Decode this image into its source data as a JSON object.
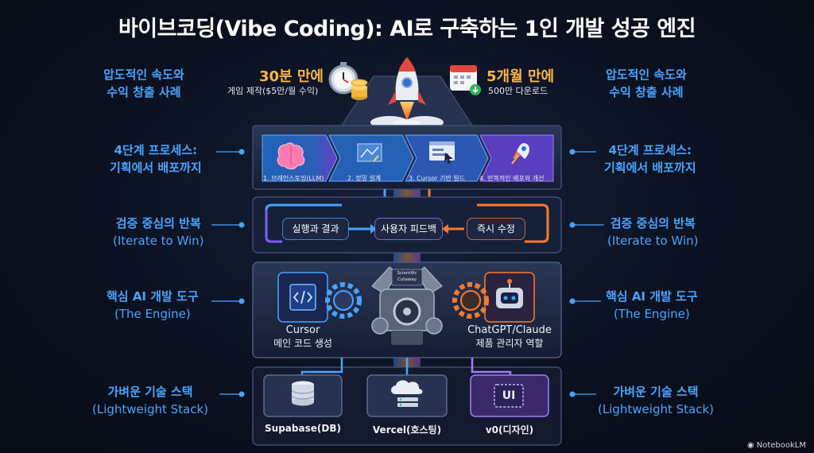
{
  "title": "바이브코딩(Vibe Coding): AI로 구축하는 1인 개발 성공 엔진",
  "sections": {
    "top": {
      "line1": "압도적인 속도와",
      "line2": "수익 창출 사례"
    },
    "process": {
      "line1": "4단계 프로세스:",
      "line2": "기획에서 배포까지"
    },
    "iterate": {
      "line1": "검증 중심의 반복",
      "line2": "(Iterate to Win)"
    },
    "engine": {
      "line1": "핵심 AI 개발 도구",
      "line2": "(The Engine)"
    },
    "stack": {
      "line1": "가벼운 기술 스택",
      "line2": "(Lightweight Stack)"
    }
  },
  "stats": {
    "left": {
      "big": "30분 만에",
      "small": "게임 제작($5만/월 수익)"
    },
    "right": {
      "big": "5개월 만에",
      "small": "500만 다운로드"
    }
  },
  "steps": [
    {
      "label": "1. 브레인스토밍(LLM)"
    },
    {
      "label": "2. 정밀 설계"
    },
    {
      "label": "3. Cursor 기반 빌드"
    },
    {
      "label": "4. 반복적인 배포와 개선"
    }
  ],
  "loop": {
    "run": "실행과 결과",
    "feedback": "사용자 피드백",
    "fix": "즉시 수정"
  },
  "engine": {
    "sign_line1": "Scientific",
    "sign_line2": "Cutaway",
    "cursor": {
      "name": "Cursor",
      "role": "메인 코드 생성"
    },
    "chat": {
      "name": "ChatGPT/Claude",
      "role": "제품 관리자 역할"
    }
  },
  "stack": [
    {
      "label": "Supabase(DB)"
    },
    {
      "label": "Vercel(호스팅)"
    },
    {
      "label": "v0(디자인)"
    }
  ],
  "ui_badge": "UI",
  "watermark": "NotebookLM",
  "colors": {
    "accent": "#4aa3ff",
    "orange": "#ff7a2e",
    "purple": "#8b5cf6",
    "gold": "#ffb547"
  }
}
